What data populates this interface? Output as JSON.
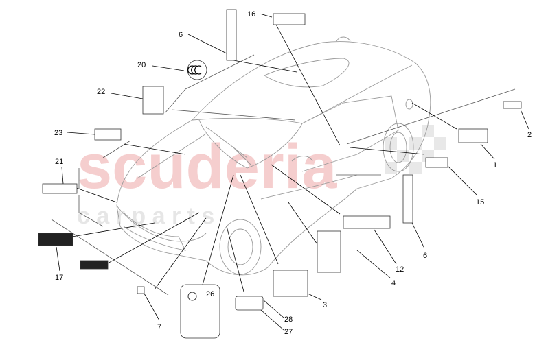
{
  "watermark": {
    "line1": "scuderia",
    "line2": "c a r   p a r t s",
    "color": "#f4c6c6"
  },
  "callouts": [
    {
      "id": "c16",
      "label": "16"
    },
    {
      "id": "c6a",
      "label": "6"
    },
    {
      "id": "c20",
      "label": "20"
    },
    {
      "id": "c22",
      "label": "22"
    },
    {
      "id": "c23",
      "label": "23"
    },
    {
      "id": "c21",
      "label": "21"
    },
    {
      "id": "c17",
      "label": "17"
    },
    {
      "id": "c7",
      "label": "7"
    },
    {
      "id": "c26",
      "label": "26"
    },
    {
      "id": "c28",
      "label": "28"
    },
    {
      "id": "c27",
      "label": "27"
    },
    {
      "id": "c3",
      "label": "3"
    },
    {
      "id": "c4",
      "label": "4"
    },
    {
      "id": "c12",
      "label": "12"
    },
    {
      "id": "c6b",
      "label": "6"
    },
    {
      "id": "c15",
      "label": "15"
    },
    {
      "id": "c1",
      "label": "1"
    },
    {
      "id": "c2",
      "label": "2"
    }
  ]
}
